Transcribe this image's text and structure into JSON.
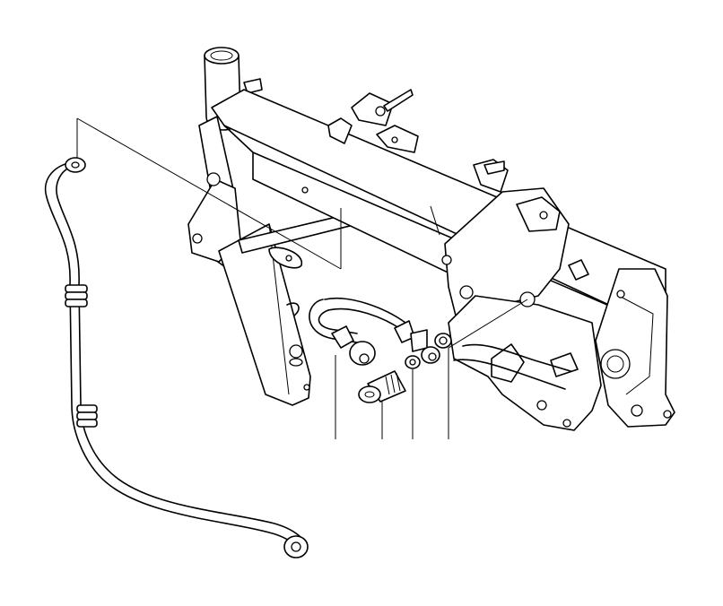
{
  "diagram": {
    "parts": [
      {
        "name": "engine-frame"
      },
      {
        "name": "oil-return-line"
      },
      {
        "name": "oil-pipe"
      },
      {
        "name": "hollow-bolt"
      },
      {
        "name": "sealing-washer"
      },
      {
        "name": "banjo-fitting"
      },
      {
        "name": "o-ring"
      }
    ],
    "callout_labels": []
  }
}
